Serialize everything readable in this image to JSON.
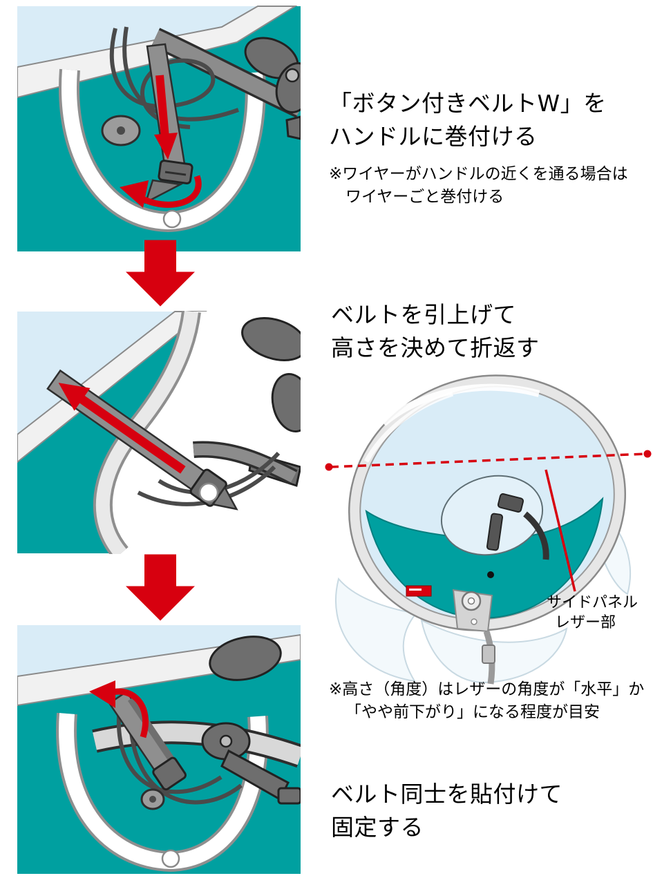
{
  "colors": {
    "teal": "#00A0A0",
    "red": "#D7000F",
    "window_blue": "#D9ECF7",
    "grey_parts": "#8F8F8F"
  },
  "step1": {
    "title_line1": "「ボタン付きベルトW」を",
    "title_line2": "ハンドルに巻付ける",
    "note_line1": "※ワイヤーがハンドルの近くを通る場合は",
    "note_line2": "ワイヤーごと巻付ける"
  },
  "step2": {
    "title_line1": "ベルトを引上げて",
    "title_line2": "高さを決めて折返す",
    "panel_label_line1": "サイドパネル",
    "panel_label_line2": "レザー部",
    "note_line1": "※高さ（角度）はレザーの角度が「水平」か",
    "note_line2": "「やや前下がり」になる程度が目安"
  },
  "step3": {
    "title_line1": "ベルト同士を貼付けて",
    "title_line2": "固定する"
  }
}
